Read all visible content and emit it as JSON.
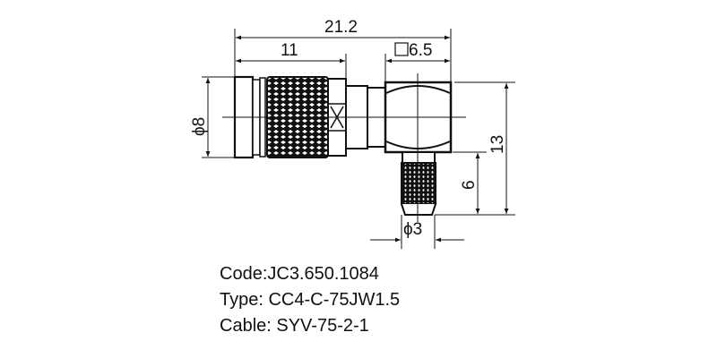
{
  "drawing": {
    "title": "RF right-angle connector dimensional drawing",
    "dimensions": {
      "overall_length": "21.2",
      "front_length": "11",
      "body_square": "6.5",
      "square_symbol": "□",
      "diameter_front": "ϕ8",
      "height_total": "13",
      "cable_offset": "6",
      "cable_diameter": "ϕ3"
    },
    "units": "mm",
    "line_color": "#111111",
    "background": "#ffffff"
  },
  "spec": {
    "code": "Code:JC3.650.1084",
    "type": "Type: CC4-C-75JW1.5",
    "cable": "Cable: SYV-75-2-1"
  }
}
